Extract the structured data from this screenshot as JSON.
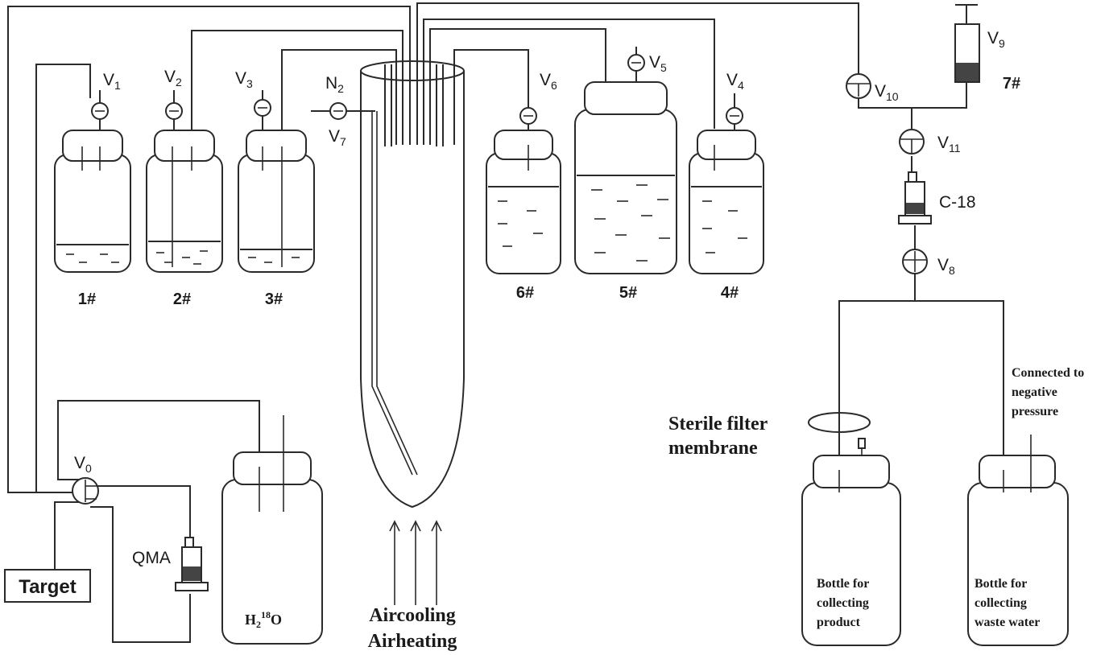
{
  "valves": {
    "v1": {
      "main": "V",
      "sub": "1"
    },
    "v2": {
      "main": "V",
      "sub": "2"
    },
    "v3": {
      "main": "V",
      "sub": "3"
    },
    "v4": {
      "main": "V",
      "sub": "4"
    },
    "v5": {
      "main": "V",
      "sub": "5"
    },
    "v6": {
      "main": "V",
      "sub": "6"
    },
    "v7": {
      "main": "V",
      "sub": "7"
    },
    "v8": {
      "main": "V",
      "sub": "8"
    },
    "v9": {
      "main": "V",
      "sub": "9"
    },
    "v10": {
      "main": "V",
      "sub": "10"
    },
    "v11": {
      "main": "V",
      "sub": "11"
    },
    "v0": {
      "main": "V",
      "sub": "0"
    }
  },
  "gas": {
    "main": "N",
    "sub": "2"
  },
  "bottles": {
    "b1": "1#",
    "b2": "2#",
    "b3": "3#",
    "b4": "4#",
    "b5": "5#",
    "b6": "6#",
    "b7": "7#"
  },
  "cartridges": {
    "c18": "C-18",
    "qma": "QMA"
  },
  "target": "Target",
  "water": {
    "pre": "H",
    "sub": "2",
    "sup": "18",
    "post": "O"
  },
  "reactor_caption": [
    "Aircooling",
    "Airheating"
  ],
  "filter": [
    "Sterile filter",
    "membrane"
  ],
  "vacuum": [
    "Connected to",
    "negative",
    "pressure"
  ],
  "product_bottle": [
    "Bottle for",
    "collecting",
    "product"
  ],
  "waste_bottle": [
    "Bottle for",
    "collecting",
    "waste water"
  ]
}
